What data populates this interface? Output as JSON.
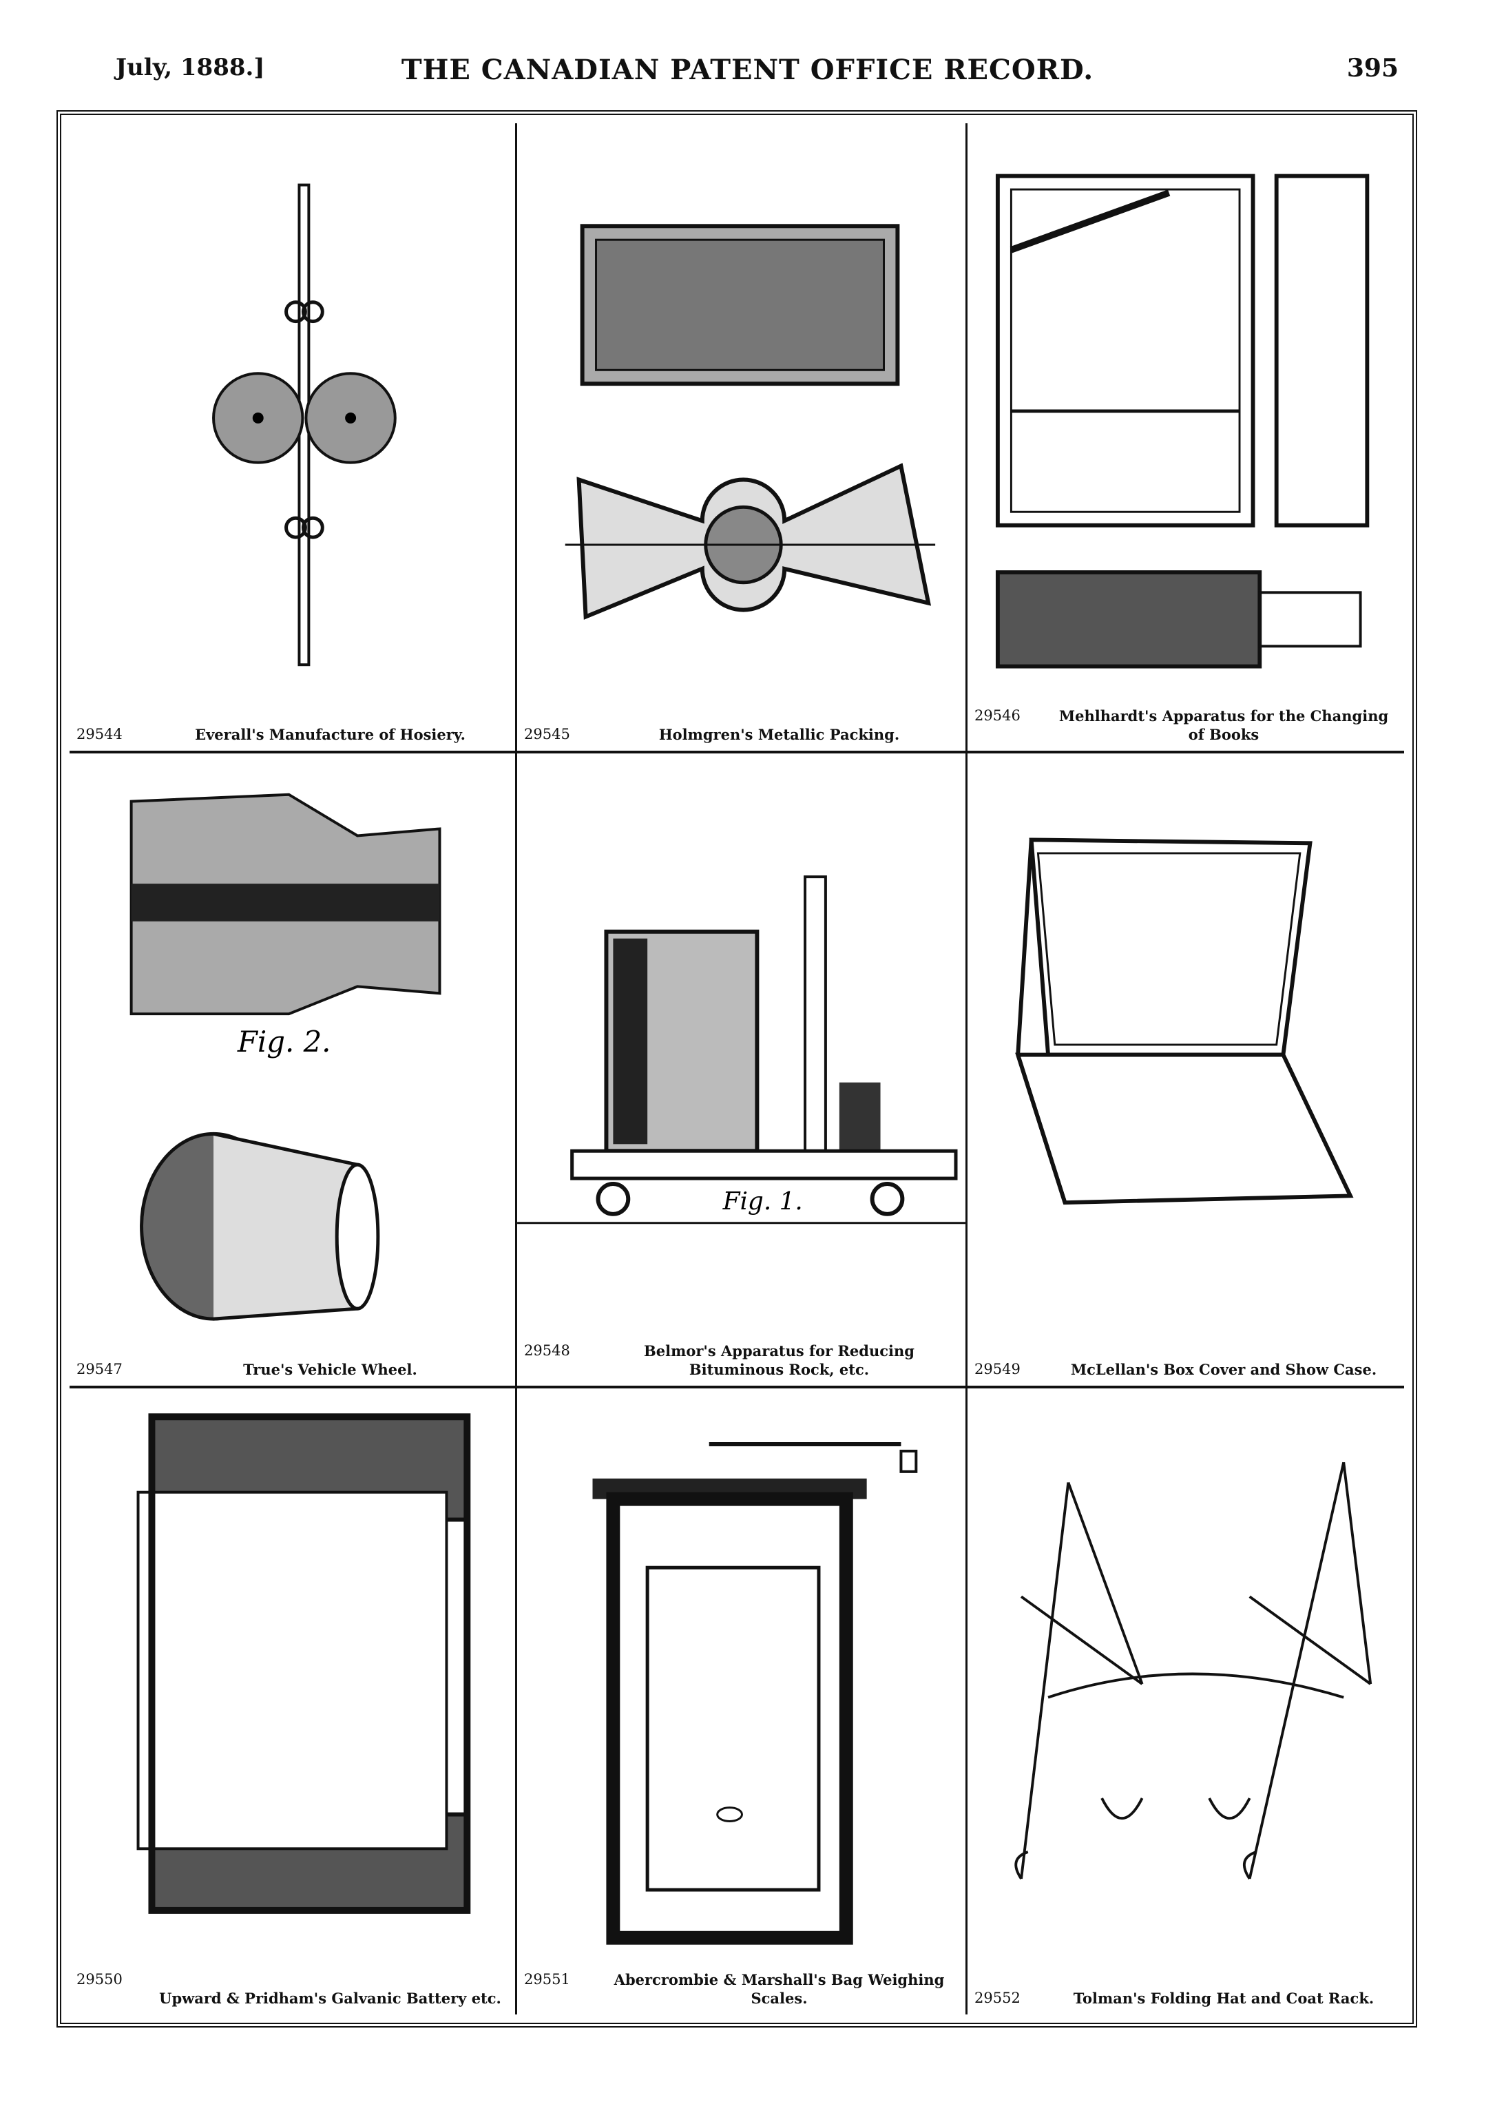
{
  "header": {
    "date": "July, 1888.]",
    "title": "THE CANADIAN PATENT OFFICE RECORD.",
    "page": "395"
  },
  "patents": [
    {
      "number": "29544",
      "title": "Everall's Manufacture of Hosiery."
    },
    {
      "number": "29545",
      "title": "Holmgren's Metallic Packing."
    },
    {
      "number": "29546",
      "title": "Mehlhardt's Apparatus for the Changing of Books"
    },
    {
      "number": "29547",
      "title": "True's Vehicle Wheel."
    },
    {
      "number": "29548",
      "title": "Belmor's Apparatus for Reducing Bituminous Rock, etc."
    },
    {
      "number": "29549",
      "title": "McLellan's Box Cover and Show Case."
    },
    {
      "number": "29550",
      "title": "Upward & Pridham's Galvanic Battery etc."
    },
    {
      "number": "29551",
      "title": "Abercrombie & Marshall's Bag Weighing Scales."
    },
    {
      "number": "29552",
      "title": "Tolman's Folding Hat and Coat Rack."
    }
  ],
  "figure_labels": {
    "fig2": "Fig. 2.",
    "fig1": "Fig. 1."
  }
}
